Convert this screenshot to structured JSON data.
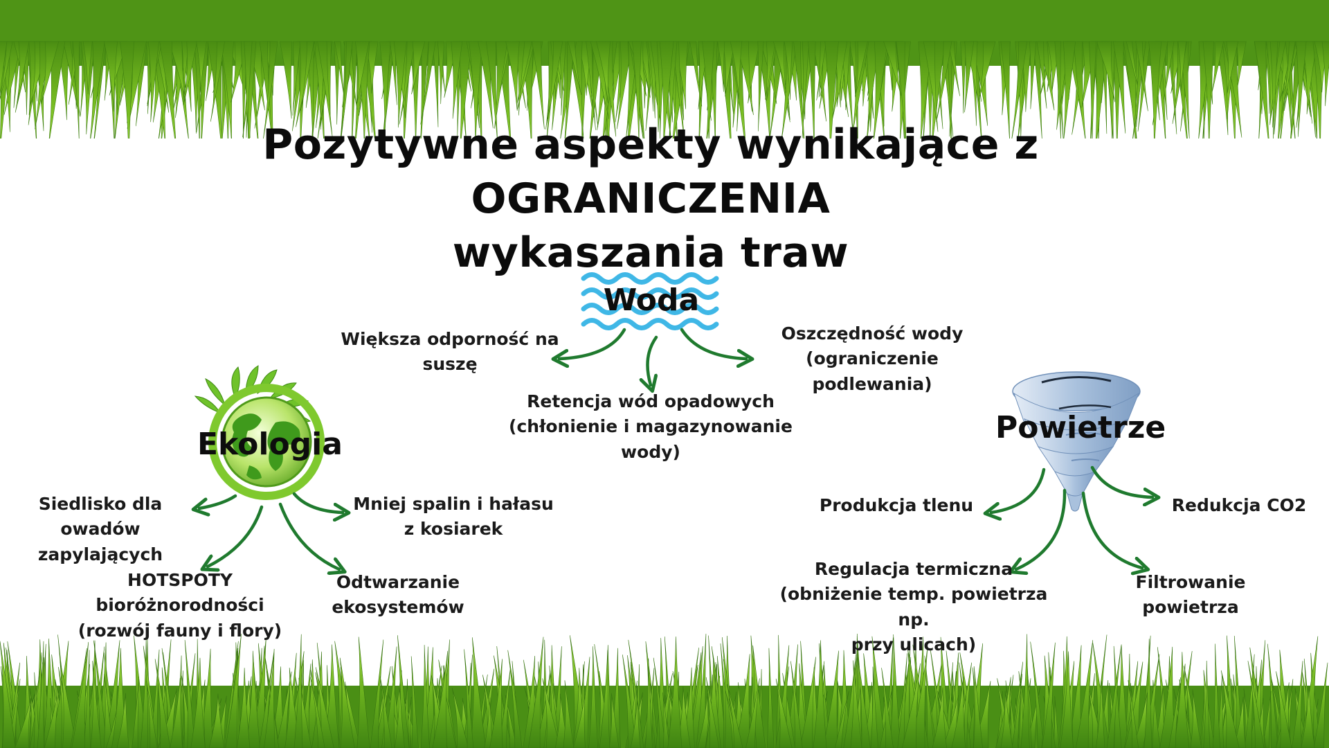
{
  "title": {
    "line1": "Pozytywne aspekty wynikające z OGRANICZENIA",
    "line2": "wykaszania traw"
  },
  "hubs": {
    "woda": "Woda",
    "ekologia": "Ekologia",
    "powietrze": "Powietrze"
  },
  "woda_items": {
    "drought": [
      "Większa odporność na",
      "suszę"
    ],
    "retention": [
      "Retencja wód opadowych",
      "(chłonienie i magazynowanie wody)"
    ],
    "saving": [
      "Oszczędność wody",
      "(ograniczenie podlewania)"
    ]
  },
  "ekologia_items": {
    "habitat": [
      "Siedlisko dla owadów",
      "zapylających"
    ],
    "hotspots": [
      "HOTSPOTY",
      "bioróżnorodności",
      "(rozwój fauny i flory)"
    ],
    "fumes": [
      "Mniej spalin i hałasu",
      "z kosiarek"
    ],
    "ecosystems": [
      "Odtwarzanie",
      "ekosystemów"
    ]
  },
  "powietrze_items": {
    "oxygen": [
      "Produkcja tlenu"
    ],
    "thermal": [
      "Regulacja termiczna",
      "(obniżenie temp. powietrza np.",
      "przy ulicach)"
    ],
    "co2": [
      "Redukcja CO2"
    ],
    "filter": [
      "Filtrowanie",
      "powietrza"
    ]
  },
  "icons": {
    "woda": "water-waves-icon",
    "ekologia": "green-globe-icon",
    "powietrze": "tornado-icon"
  },
  "colors": {
    "arrow": "#1f7a2e",
    "water": "#3fb7e6",
    "grass_dark": "#2f7a12",
    "grass_light": "#8fd12a",
    "tornado": "#a9c1dd"
  }
}
